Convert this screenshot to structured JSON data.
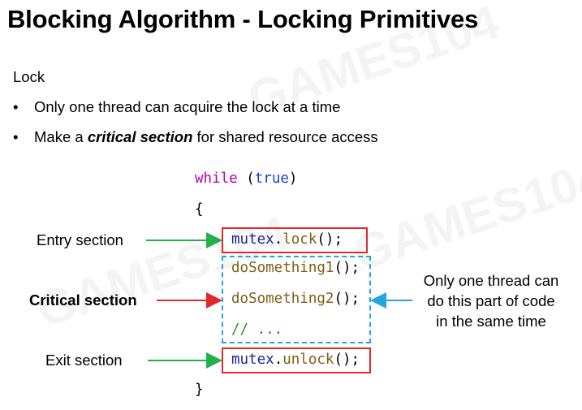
{
  "title": "Blocking Algorithm - Locking Primitives",
  "subhead": "Lock",
  "bullets": [
    {
      "pre": "Only one thread can acquire the lock at a time",
      "em": "",
      "post": ""
    },
    {
      "pre": "Make a ",
      "em": "critical section",
      "post": " for shared resource access"
    }
  ],
  "bullet_symbol": "•",
  "code": {
    "while_kw": "while",
    "paren_open": " (",
    "true_kw": "true",
    "paren_close": ")",
    "brace_open": "{",
    "brace_close": "}",
    "mutex": "mutex",
    "dot": ".",
    "lock_fn": "lock",
    "unlock_fn": "unlock",
    "call_end": "();",
    "do1": "doSomething1",
    "do2": "doSomething2",
    "comment": "// ..."
  },
  "labels": {
    "entry": "Entry section",
    "critical": "Critical section",
    "exit": "Exit section",
    "note": [
      "Only one thread can",
      "do this part of code",
      "in the same time"
    ]
  },
  "colors": {
    "keyword": "#b000b8",
    "literal": "#1f3dbf",
    "function": "#7f5f14",
    "comment": "#1f8f1f",
    "entry_arrow": "#22b04a",
    "critical_arrow": "#e3282b",
    "note_arrow": "#23a6e0",
    "box_red": "#e3282b",
    "box_blue": "#23a6e0"
  },
  "watermark": "GAMES104"
}
